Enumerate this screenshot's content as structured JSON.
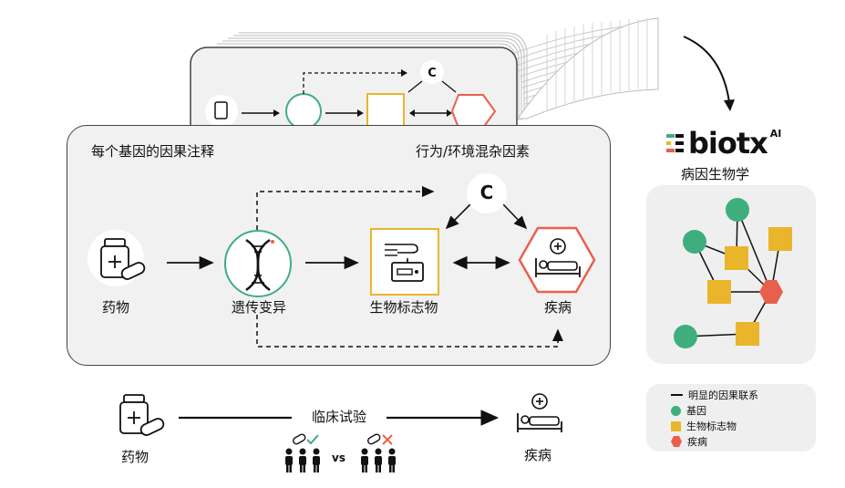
{
  "top_card": {
    "title": "每个基因的因果注释",
    "confounder_title": "行为/环境混杂因素",
    "confounder_symbol": "C",
    "nodes": {
      "drug": "药物",
      "variant": "遗传变异",
      "biomarker": "生物标志物",
      "disease": "疾病"
    }
  },
  "trial": {
    "drug": "药物",
    "disease": "疾病",
    "center_label": "临床试验",
    "vs_label": "vs"
  },
  "brand": {
    "name": "biotx",
    "suffix": "AI",
    "subtitle": "病因生物学"
  },
  "legend": {
    "items": [
      {
        "label": "明显的因果联系",
        "kind": "line"
      },
      {
        "label": "基因",
        "kind": "circle",
        "color": "#3fae7e"
      },
      {
        "label": "生物标志物",
        "kind": "square",
        "color": "#e9b52a"
      },
      {
        "label": "疾病",
        "kind": "hexagon",
        "color": "#e8604c"
      }
    ]
  },
  "colors": {
    "gene": "#3fae7e",
    "biomarker": "#e9b52a",
    "disease": "#e8604c",
    "card_bg": "#f1f1f1",
    "border": "#444444"
  },
  "icons": [
    "pill-bottle-icon",
    "dna-icon",
    "biomarker-test-icon",
    "patient-bed-icon",
    "person-icon",
    "check-icon",
    "cross-icon",
    "curved-arrow-icon"
  ]
}
